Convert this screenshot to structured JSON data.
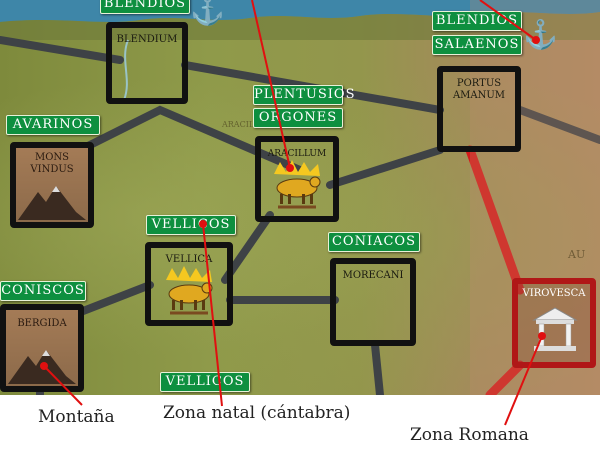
{
  "banners": {
    "blendios_top": "BLENDIOS",
    "blendios_right": "BLENDIOS",
    "salaenos": "SALAENOS",
    "plentusios": "PLENTUSIOS",
    "orgones": "ORGONES",
    "avarinos": "AVARINOS",
    "vellicos_mid": "VELLICOS",
    "coniacos": "CONIACOS",
    "coniscos": "CONISCOS",
    "vellicos_bottom": "VELLICOS"
  },
  "zones": {
    "blendium": "BLENDIUM",
    "portus_amanum_1": "PORTUS",
    "portus_amanum_2": "AMANUM",
    "aracillum": "ARACILLUM",
    "mons_vindus_1": "MONS",
    "mons_vindus_2": "VINDUS",
    "vellica": "VELLICA",
    "morecani": "MORECANI",
    "bergida": "BERGIDA",
    "virovesca": "VIROVESCA"
  },
  "map_text": {
    "faint_1": "ARACILLUM",
    "faint_2": "AU"
  },
  "captions": {
    "montana": "Montaña",
    "zona_natal": "Zona natal (cántabra)",
    "zona_romana": "Zona Romana"
  },
  "colors": {
    "banner_green": "#0e8f3f",
    "roman_red": "#d41a1a",
    "pointer_red": "#e01010",
    "road_dark": "#3e4246"
  }
}
